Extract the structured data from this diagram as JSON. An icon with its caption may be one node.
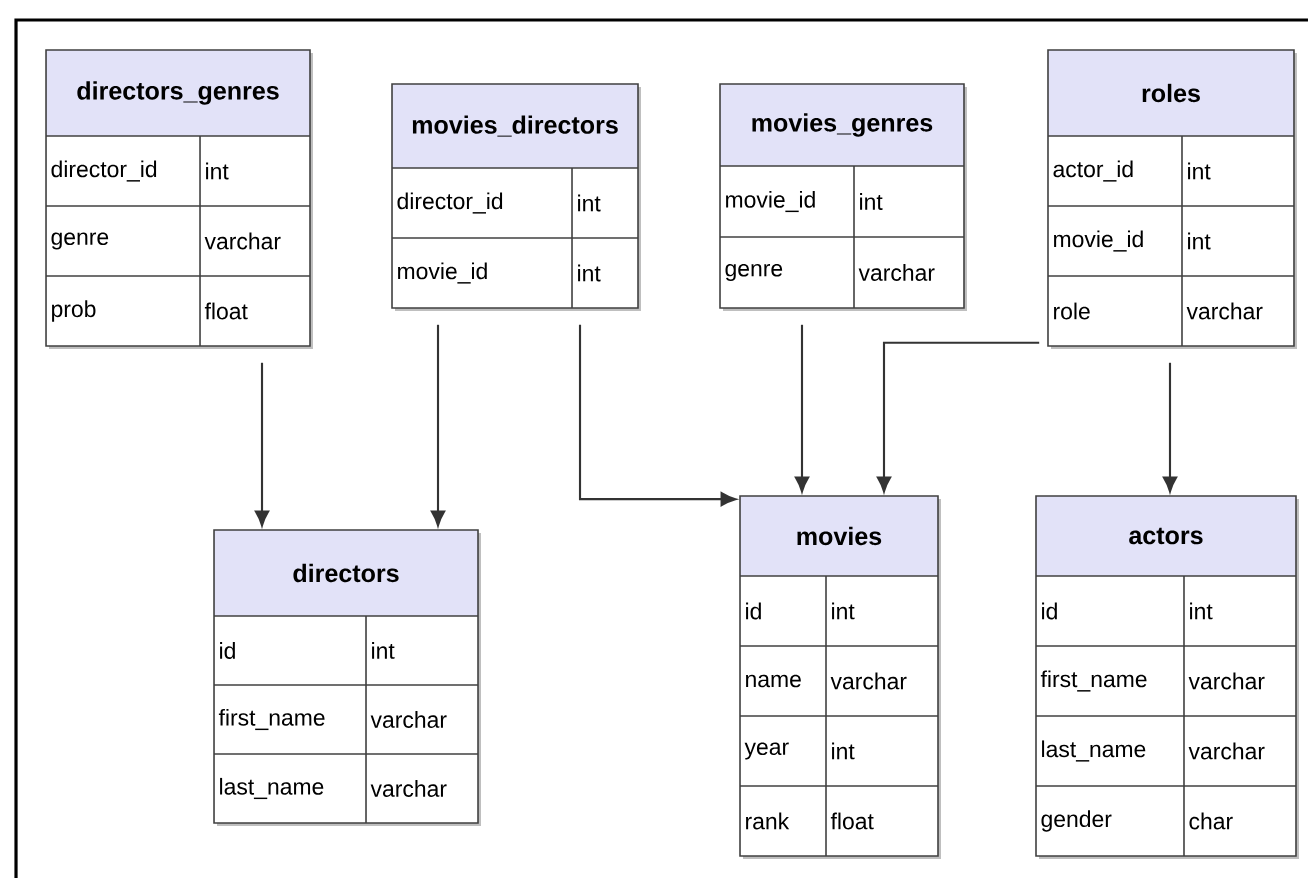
{
  "diagram": {
    "nodes": [
      {
        "text": [
          "directors_genres",
          "director_id",
          "int",
          "genre",
          "varchar",
          "prob",
          "float"
        ]
      },
      {
        "text": [
          "movies_directors",
          "director_id",
          "int",
          "movie_id",
          "int"
        ]
      },
      {
        "text": [
          "movies_genres",
          "movie_id",
          "int",
          "genre",
          "varchar"
        ]
      },
      {
        "text": [
          "roles",
          "actor_id",
          "int",
          "movie_id",
          "int",
          "role",
          "varchar"
        ]
      },
      {
        "text": [
          "directors",
          "id",
          "int",
          "first_name",
          "varchar",
          "last_name",
          "varchar"
        ]
      },
      {
        "text": [
          "movies",
          "id",
          "int",
          "name",
          "varchar",
          "year",
          "int",
          "rank",
          "float"
        ]
      },
      {
        "text": [
          "actors",
          "id",
          "int",
          "first_name",
          "varchar",
          "last_name",
          "varchar",
          "gender",
          "char"
        ]
      }
    ],
    "edges": [
      {
        "from": 0,
        "to": 4,
        "arrow": "to"
      },
      {
        "from": 1,
        "to": 4,
        "arrow": "to"
      },
      {
        "from": 1,
        "to": 5,
        "arrow": "to"
      },
      {
        "from": 2,
        "to": 5,
        "arrow": "to"
      },
      {
        "from": 3,
        "to": 5,
        "arrow": "to"
      },
      {
        "from": 3,
        "to": 6,
        "arrow": "to"
      }
    ]
  }
}
